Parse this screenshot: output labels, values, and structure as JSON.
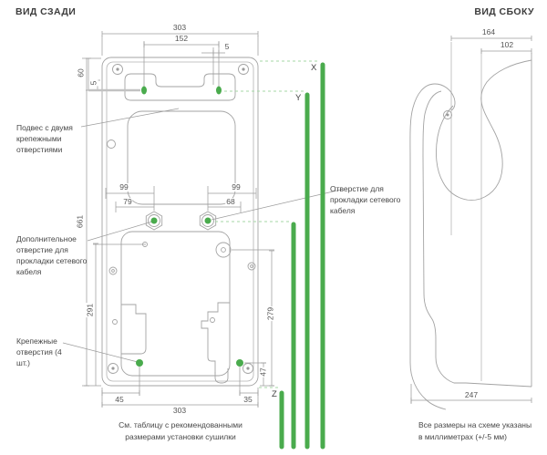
{
  "titles": {
    "rear": "ВИД СЗАДИ",
    "side": "ВИД СБОКУ"
  },
  "colors": {
    "green": "#4aab4d",
    "green_dash": "#a6d7a6",
    "line": "#a3a3a3",
    "dim_line": "#9d9d9d",
    "text": "#4a4a4a"
  },
  "rear_view": {
    "dims": {
      "width_top": "303",
      "hole_spacing": "152",
      "offset_top": "5",
      "top_to_holes": "60",
      "offset_left": "5",
      "height": "661",
      "nut_left_a": "99",
      "nut_left_b": "79",
      "nut_right_a": "99",
      "nut_right_b": "68",
      "lower_height_left": "291",
      "lower_height_right": "279",
      "bottom_offset": "47",
      "bottom_left": "45",
      "width_bottom": "303",
      "bottom_right": "35"
    },
    "markers": {
      "x": "X",
      "y": "Y",
      "z": "Z"
    },
    "labels": {
      "hanger": "Подвес с двумя крепежными отверстиями",
      "extra_hole": "Дополнительное отверстие для прокладки сетевого кабеля",
      "mounting": "Крепежные отверстия (4 шт.)",
      "cable_hole": "Отверстие для прокладки сетевого кабеля"
    },
    "caption": [
      "См. таблицу с рекомендованными",
      "размерами установки сушилки"
    ]
  },
  "side_view": {
    "dims": {
      "depth_top": "164",
      "depth_body": "102",
      "depth_bottom": "247"
    },
    "caption": [
      "Все размеры на схеме указаны",
      "в миллиметрах (+/-5 мм)"
    ]
  }
}
